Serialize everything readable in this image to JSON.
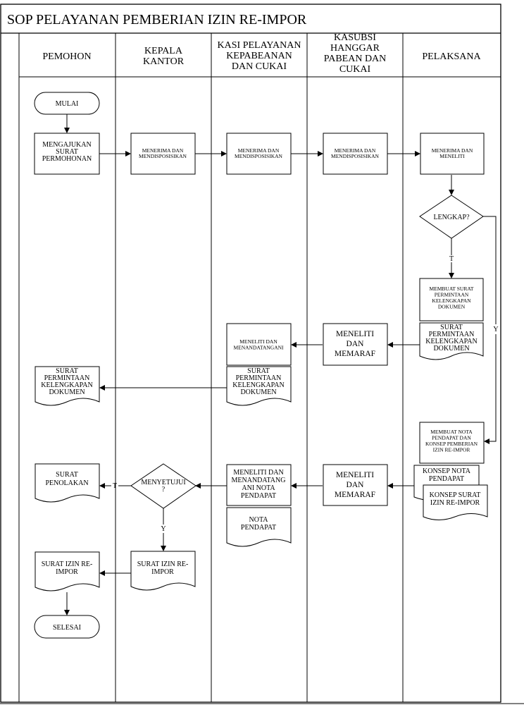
{
  "title": "SOP PELAYANAN PEMBERIAN IZIN RE-IMPOR",
  "lanes": [
    [
      "PEMOHON"
    ],
    [
      "KEPALA",
      "KANTOR"
    ],
    [
      "KASI PELAYANAN",
      "KEPABEANAN",
      "DAN CUKAI"
    ],
    [
      "KASUBSI",
      "HANGGAR",
      "PABEAN DAN",
      "CUKAI"
    ],
    [
      "PELAKSANA"
    ]
  ],
  "nodes": {
    "mulai": [
      "MULAI"
    ],
    "mengajukan": [
      "MENGAJUKAN",
      "SURAT",
      "PERMOHONAN"
    ],
    "kepala_menerima": [
      "MENERIMA DAN",
      "MENDISPOSISIKAN"
    ],
    "kasi_menerima": [
      "MENERIMA DAN",
      "MENDISPOSISIKAN"
    ],
    "kasubsi_menerima": [
      "MENERIMA DAN",
      "MENDISPOSISIKAN"
    ],
    "pelaksana_menerima": [
      "MENERIMA DAN",
      "MENELITI"
    ],
    "lengkap": [
      "LENGKAP?"
    ],
    "membuat_surat": [
      "MEMBUAT SURAT",
      "PERMINTAAN",
      "KELENGKAPAN",
      "DOKUMEN"
    ],
    "doc_pelaksana": [
      "SURAT",
      "PERMINTAAN",
      "KELENGKAPAN",
      "DOKUMEN"
    ],
    "kasubsi_meneliti_1": [
      "MENELITI",
      "DAN",
      "MEMARAF"
    ],
    "kasi_meneliti_1": [
      "MENELITI DAN",
      "MENANDATANGANI"
    ],
    "doc_kasi": [
      "SURAT",
      "PERMINTAAN",
      "KELENGKAPAN",
      "DOKUMEN"
    ],
    "doc_pemohon": [
      "SURAT",
      "PERMINTAAN",
      "KELENGKAPAN",
      "DOKUMEN"
    ],
    "membuat_nota": [
      "MEMBUAT NOTA",
      "PENDAPAT DAN",
      "KONSEP PEMBERIAN",
      "IZIN RE-IMPOR"
    ],
    "doc_konsep_nota": [
      "KONSEP NOTA",
      "PENDAPAT"
    ],
    "doc_konsep_surat": [
      "KONSEP SURAT",
      "IZIN RE-IMPOR"
    ],
    "kasubsi_meneliti_2": [
      "MENELITI",
      "DAN",
      "MEMARAF"
    ],
    "kasi_meneliti_2": [
      "MENELITI DAN",
      "MENANDATANG",
      "ANI NOTA",
      "PENDAPAT"
    ],
    "doc_nota": [
      "NOTA",
      "PENDAPAT"
    ],
    "menyetujui": [
      "MENYETUJUI",
      "?"
    ],
    "surat_penolakan": [
      "SURAT",
      "PENOLAKAN"
    ],
    "doc_izin_kepala": [
      "SURAT IZIN RE-",
      "IMPOR"
    ],
    "doc_izin_pemohon": [
      "SURAT IZIN RE-",
      "IMPOR"
    ],
    "selesai": [
      "SELESAI"
    ]
  },
  "edge_labels": {
    "lengkap_no": "T",
    "lengkap_yes": "Y",
    "menyetujui_no": "T",
    "menyetujui_yes": "Y"
  }
}
